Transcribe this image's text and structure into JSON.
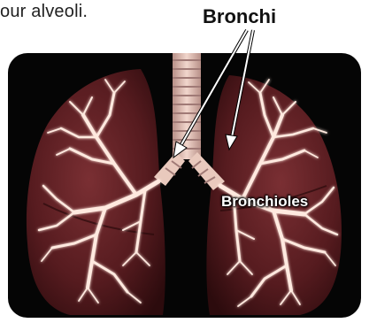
{
  "caption": {
    "text": "our alveoli."
  },
  "labels": {
    "bronchi": "Bronchi",
    "bronchioles": "Bronchioles"
  },
  "colors": {
    "background": "#ffffff",
    "panel": "#050505",
    "lung_tissue": "#5a1e22",
    "lung_highlight": "#8a3a3c",
    "airway": "#f6d4c8",
    "airway_glow": "#ff7a6a",
    "trachea": "#e8c8bc",
    "trachea_ring": "#b58a86",
    "label_text": "#ffffff",
    "arrow": "#ffffff"
  }
}
